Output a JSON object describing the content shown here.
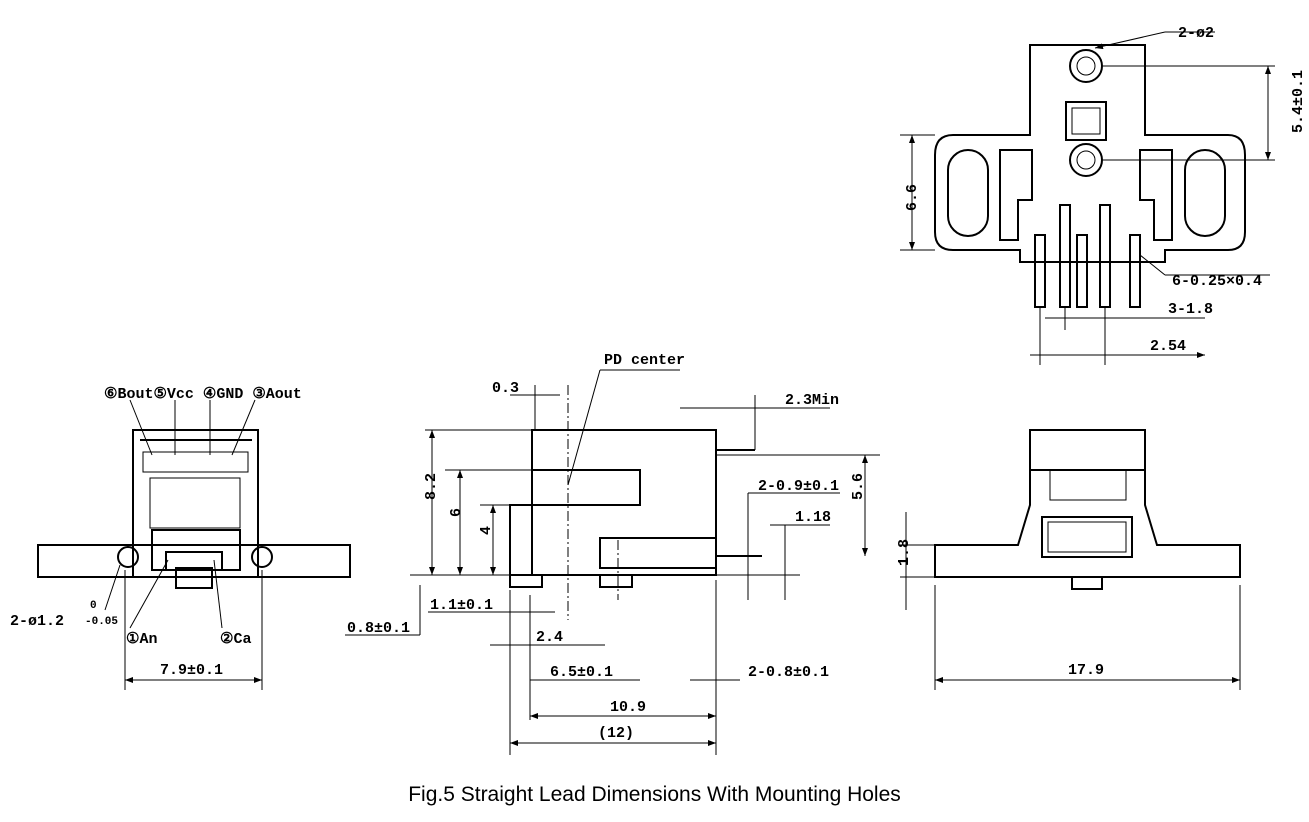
{
  "caption": "Fig.5 Straight Lead Dimensions With Mounting Holes",
  "front_view": {
    "pin_labels_top": "⑥Bout⑤Vcc ④GND ③Aout",
    "hole_label_main": "2-ø1.2",
    "hole_label_sup": "0",
    "hole_label_sub": "-0.05",
    "pin_an": "①An",
    "pin_ca": "②Ca",
    "width": "7.9±0.1"
  },
  "side_view": {
    "pd_center": "PD center",
    "d_0_3": "0.3",
    "d_2_3min": "2.3Min",
    "d_8_2": "8.2",
    "d_6": "6",
    "d_4": "4",
    "d_5_6": "5.6",
    "d_2_0_9": "2-0.9±0.1",
    "d_1_18": "1.18",
    "d_0_8": "0.8±0.1",
    "d_1_1": "1.1±0.1",
    "d_2_4": "2.4",
    "d_6_5": "6.5±0.1",
    "d_2_0_8": "2-0.8±0.1",
    "d_10_9": "10.9",
    "d_12": "(12)"
  },
  "top_view": {
    "holes": "2-ø2",
    "d_5_4": "5.4±0.1",
    "d_6_6": "6.6",
    "pins": "6-0.25×0.4",
    "d_3_1_8": "3-1.8",
    "d_2_54": "2.54"
  },
  "rear_view": {
    "d_1_8": "1.8",
    "d_17_9": "17.9"
  }
}
